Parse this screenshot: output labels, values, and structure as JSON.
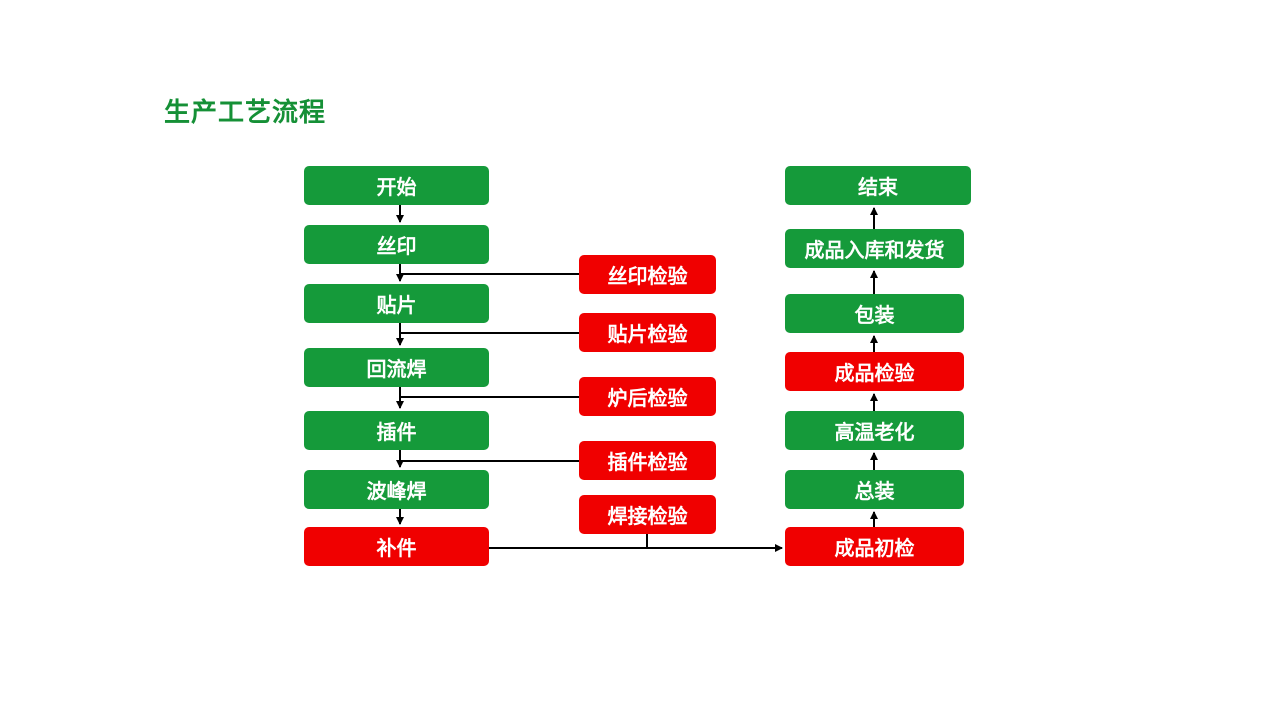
{
  "title": "生产工艺流程",
  "colors": {
    "title": "#159036",
    "process_step": "#159a3a",
    "inspection_step": "#f00000",
    "connector": "#000000"
  },
  "process_steps": [
    {
      "label": "开始",
      "kind": "process"
    },
    {
      "label": "丝印",
      "kind": "process"
    },
    {
      "label": "贴片",
      "kind": "process"
    },
    {
      "label": "回流焊",
      "kind": "process"
    },
    {
      "label": "插件",
      "kind": "process"
    },
    {
      "label": "波峰焊",
      "kind": "process"
    },
    {
      "label": "补件",
      "kind": "inspection"
    }
  ],
  "inspections": [
    {
      "label": "丝印检验",
      "kind": "inspection"
    },
    {
      "label": "贴片检验",
      "kind": "inspection"
    },
    {
      "label": "炉后检验",
      "kind": "inspection"
    },
    {
      "label": "插件检验",
      "kind": "inspection"
    },
    {
      "label": "焊接检验",
      "kind": "inspection"
    }
  ],
  "finishing_steps": [
    {
      "label": "结束",
      "kind": "process"
    },
    {
      "label": "成品入库和发货",
      "kind": "process"
    },
    {
      "label": "包装",
      "kind": "process"
    },
    {
      "label": "成品检验",
      "kind": "inspection"
    },
    {
      "label": "高温老化",
      "kind": "process"
    },
    {
      "label": "总装",
      "kind": "process"
    },
    {
      "label": "成品初检",
      "kind": "inspection"
    }
  ]
}
